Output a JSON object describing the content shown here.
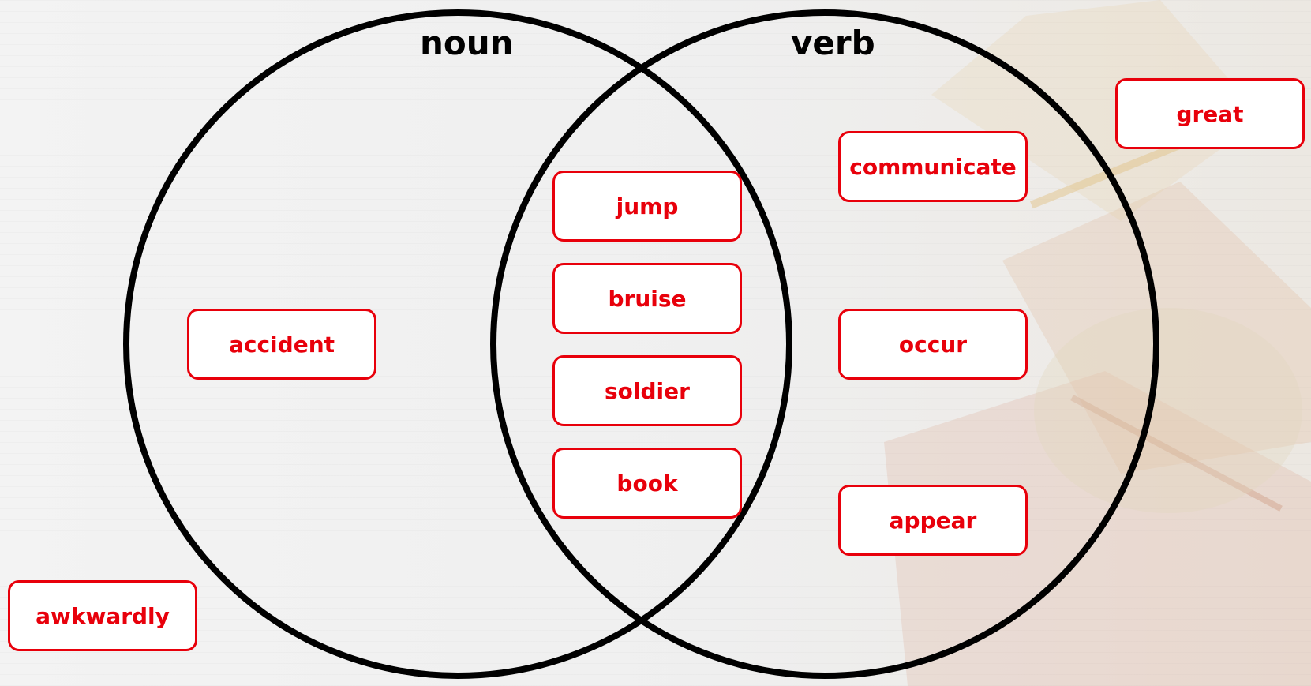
{
  "diagram": {
    "headings": {
      "left": "noun",
      "right": "verb"
    },
    "cards": {
      "accident": "accident",
      "jump": "jump",
      "bruise": "bruise",
      "soldier": "soldier",
      "book": "book",
      "communicate": "communicate",
      "occur": "occur",
      "appear": "appear",
      "great": "great",
      "awkwardly": "awkwardly"
    }
  },
  "colors": {
    "card_text": "#e8000b",
    "card_border": "#e8000b",
    "circle_stroke": "#000000",
    "heading_text": "#000000"
  }
}
